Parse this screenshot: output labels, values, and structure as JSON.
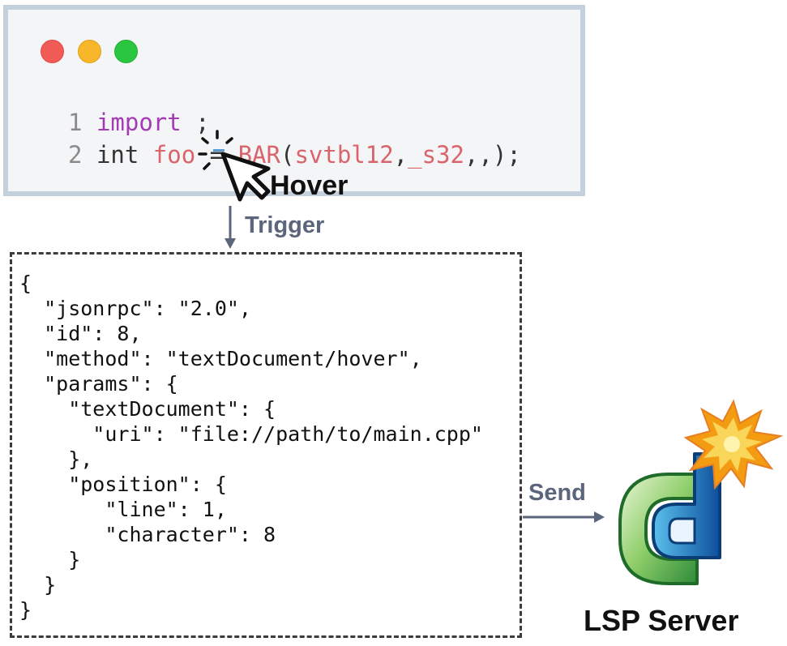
{
  "editor": {
    "window_controls": [
      "close",
      "minimize",
      "maximize"
    ],
    "lines": [
      {
        "number": "1",
        "keyword": "import",
        "rest": " ;"
      },
      {
        "number": "2",
        "type": "int",
        "name": "foo",
        "op": " = ",
        "call": "BAR",
        "open": "(",
        "arg1": "svtbl12",
        "sep": ",",
        "arg2": "_s32",
        "tail": ",,);"
      }
    ]
  },
  "labels": {
    "hover": "Hover",
    "trigger": "Trigger",
    "send": "Send",
    "server": "LSP Server"
  },
  "request_json": [
    "{",
    "  \"jsonrpc\": \"2.0\",",
    "  \"id\": 8,",
    "  \"method\": \"textDocument/hover\",",
    "  \"params\": {",
    "    \"textDocument\": {",
    "      \"uri\": \"file://path/to/main.cpp\"",
    "    },",
    "    \"position\": {",
    "       \"line\": 1,",
    "       \"character\": 8",
    "    }",
    "  }",
    "}"
  ],
  "colors": {
    "editor_border": "#c4d0dc",
    "keyword": "#a43ab5",
    "identifier": "#d9646c",
    "arrow": "#5b667c",
    "logo_green": "#5cb85c",
    "logo_blue": "#1b6fc4",
    "burst": "#f5a623"
  },
  "icons": [
    "cursor-click-icon",
    "clangd-logo-icon",
    "explosion-icon"
  ]
}
